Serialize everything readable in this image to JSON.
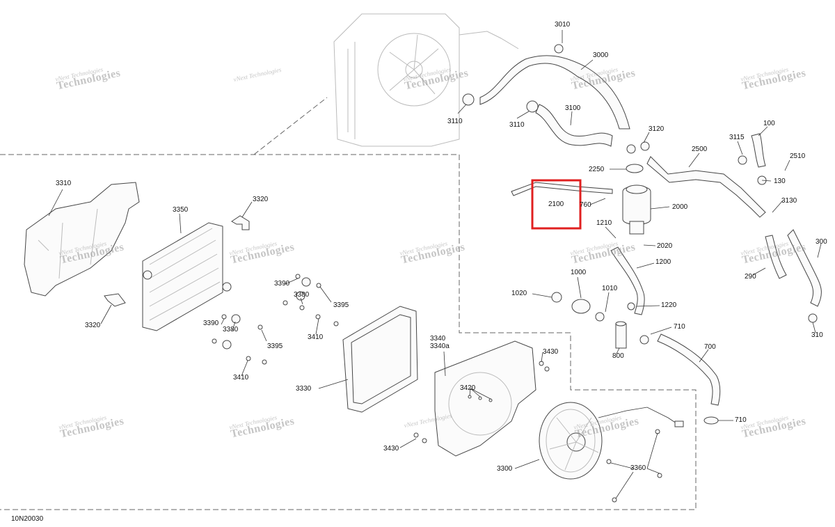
{
  "diagram_code": "10N20030",
  "highlighted_part": "2100",
  "highlight_color": "#e02020",
  "watermark": {
    "line1": "vNext Technologies",
    "line2": "Technologies"
  },
  "labels": {
    "p3010": "3010",
    "p3000": "3000",
    "p3110a": "3110",
    "p3110b": "3110",
    "p3100": "3100",
    "p3120": "3120",
    "p100": "100",
    "p3115": "3115",
    "p2500": "2500",
    "p2510": "2510",
    "p2250": "2250",
    "p130": "130",
    "p2100": "2100",
    "p760": "760",
    "p2000": "2000",
    "p3130": "3130",
    "p1210": "1210",
    "p2020": "2020",
    "p300": "300",
    "p1200": "1200",
    "p290": "290",
    "p1000": "1000",
    "p1010": "1010",
    "p1020": "1020",
    "p1220": "1220",
    "p710a": "710",
    "p310": "310",
    "p800": "800",
    "p700": "700",
    "p710b": "710",
    "p3310": "3310",
    "p3320a": "3320",
    "p3350": "3350",
    "p3390a": "3390",
    "p3380a": "3380",
    "p3395a": "3395",
    "p3410a": "3410",
    "p3320b": "3320",
    "p3390b": "3390",
    "p3380b": "3380",
    "p3395b": "3395",
    "p3410b": "3410",
    "p3330": "3330",
    "p3340": "3340",
    "p3340a": "3340a",
    "p3430a": "3430",
    "p3420": "3420",
    "p3430b": "3430",
    "p3300": "3300",
    "p3360": "3360"
  }
}
